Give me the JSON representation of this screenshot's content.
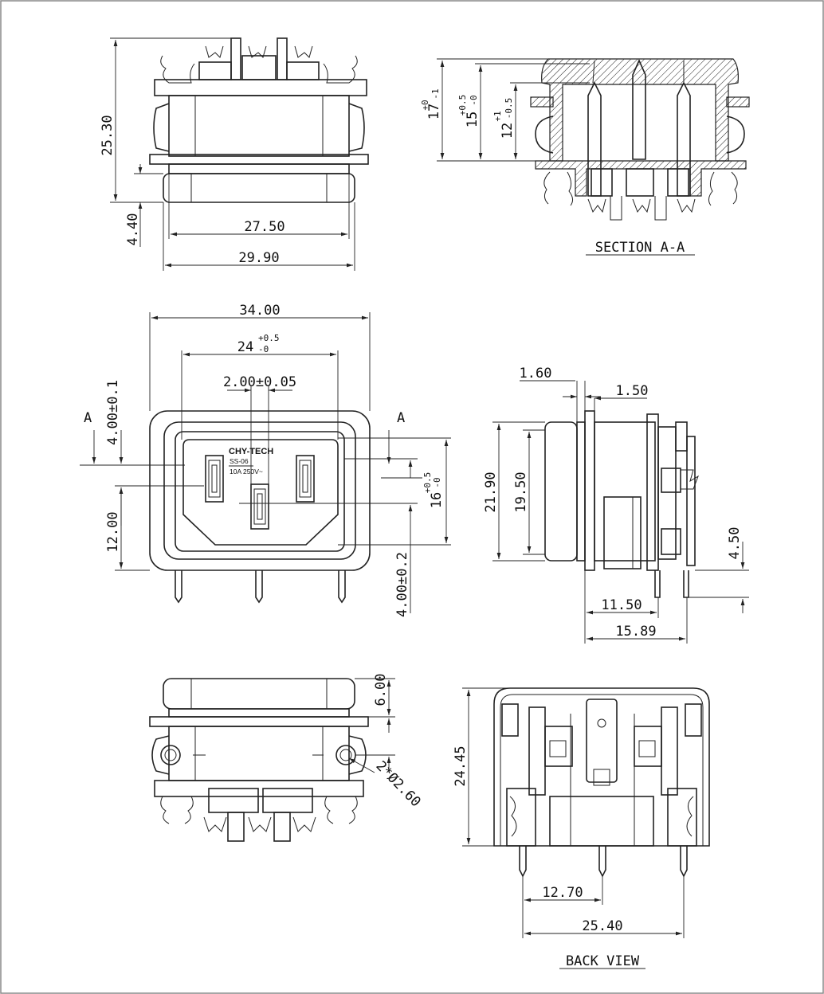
{
  "views": {
    "top": {
      "dims": {
        "overall_height": "25.30",
        "flange_thk": "4.40",
        "inner_width": "27.50",
        "outer_width": "29.90"
      }
    },
    "section": {
      "title": "SECTION A-A",
      "dims": {
        "d17": "17",
        "d17_tol_up": "+0",
        "d17_tol_dn": "-1",
        "d15": "15",
        "d15_tol_up": "+0.5",
        "d15_tol_dn": "-0",
        "d12": "12",
        "d12_tol_up": "+1",
        "d12_tol_dn": "-0.5"
      }
    },
    "front": {
      "dims": {
        "overall_width": "34.00",
        "opening_width": "24",
        "opening_tol_up": "+0.5",
        "opening_tol_dn": "-0",
        "pin_width": "2.00±0.05",
        "top_offset": "4.00±0.1",
        "side_height": "12.00",
        "opening_height": "16",
        "opening_h_tol_up": "+0.5",
        "opening_h_tol_dn": "-0",
        "pin_len": "4.00±0.2"
      },
      "section_marker_left": "A",
      "section_marker_right": "A",
      "marking": {
        "brand": "CHY-TECH",
        "model": "SS-06",
        "rating": "10A 250V~"
      }
    },
    "side": {
      "dims": {
        "d160": "1.60",
        "d150": "1.50",
        "d2190": "21.90",
        "d1950": "19.50",
        "d450": "4.50",
        "d1150": "11.50",
        "d1589": "15.89"
      }
    },
    "bottom": {
      "dims": {
        "d600": "6.00",
        "holes": "2*Ø2.60"
      }
    },
    "back": {
      "title": "BACK VIEW",
      "dims": {
        "d2445": "24.45",
        "d1270": "12.70",
        "d2540": "25.40"
      }
    }
  }
}
